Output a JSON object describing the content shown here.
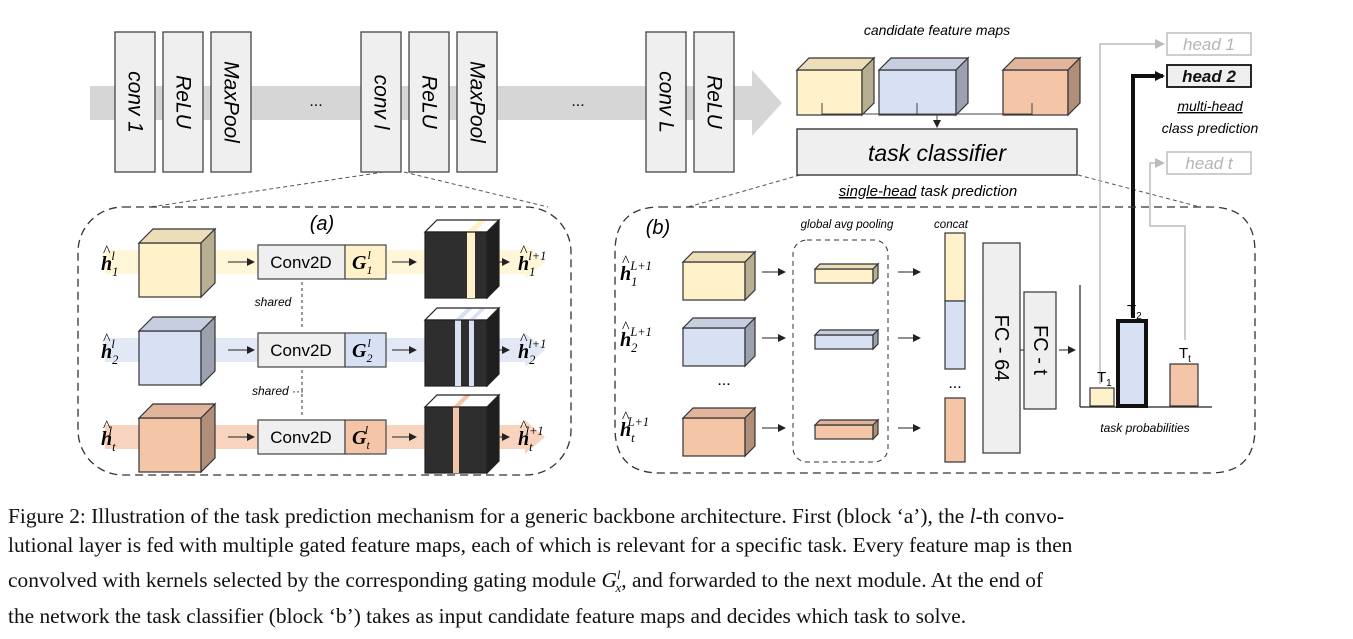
{
  "backbone": {
    "layers": [
      "conv 1",
      "ReLU",
      "MaxPool",
      "conv l",
      "ReLU",
      "MaxPool",
      "conv L",
      "ReLU"
    ],
    "ellipsis": "..."
  },
  "candidate_label": "candidate feature maps",
  "task_classifier": "task classifier",
  "single_head": {
    "underlined": "single-head",
    "rest": " task prediction"
  },
  "heads": [
    "head 1",
    "head 2",
    "head t"
  ],
  "multi_head": {
    "line1": "multi-head",
    "line2": "class prediction"
  },
  "block_a": {
    "label": "(a)",
    "conv_label": "Conv2D",
    "shared_label": "shared",
    "shared_label2": "shared ···",
    "rows": [
      {
        "in_sub": "1",
        "in_sup": "l",
        "gate": "G",
        "gate_sub": "1",
        "gate_sup": "l",
        "out_sub": "1",
        "out_sup": "l+1"
      },
      {
        "in_sub": "2",
        "in_sup": "l",
        "gate": "G",
        "gate_sub": "2",
        "gate_sup": "l",
        "out_sub": "2",
        "out_sup": "l+1"
      },
      {
        "in_sub": "t",
        "in_sup": "l",
        "gate": "G",
        "gate_sub": "t",
        "gate_sup": "l",
        "out_sub": "t",
        "out_sup": "l+1"
      }
    ],
    "h_symbol": "h"
  },
  "block_b": {
    "label": "(b)",
    "gap_label": "global avg pooling",
    "concat_label": "concat",
    "fc64": "FC - 64",
    "fct": "FC - t",
    "inputs": [
      {
        "sub": "1",
        "sup": "L+1"
      },
      {
        "sub": "2",
        "sup": "L+1"
      },
      {
        "sub": "t",
        "sup": "L+1"
      }
    ],
    "dots": "...",
    "prob_label": "task probabilities",
    "bars": [
      {
        "label": "T",
        "sub": "1",
        "value": 0.18
      },
      {
        "label": "T",
        "sub": "2",
        "value": 0.85
      },
      {
        "label": "T",
        "sub": "t",
        "value": 0.42
      }
    ]
  },
  "colors": {
    "yellow": "#fff1c9",
    "blue": "#d8e0f3",
    "orange": "#f5c5a8",
    "gray_box": "#efefef",
    "arrow_gray": "#d6d6d6"
  },
  "caption": [
    {
      "pre": "Figure 2: Illustration of the task prediction mechanism for a generic backbone architecture. First (block ‘a’), the ",
      "math": "l",
      "post": "-th convo-"
    },
    {
      "pre": "lutional layer is fed with multiple gated feature maps, each of which is relevant for a specific task. Every feature map is then",
      "math": "",
      "post": ""
    },
    {
      "pre": "convolved with kernels selected by the corresponding gating module ",
      "math": "G",
      "post": ", and forwarded to the next module.  At the end of",
      "msup": "l",
      "msub": "x"
    },
    {
      "pre": "the network the task classifier (block ‘b’) takes as input candidate feature maps and decides which task to solve.",
      "math": "",
      "post": ""
    }
  ]
}
